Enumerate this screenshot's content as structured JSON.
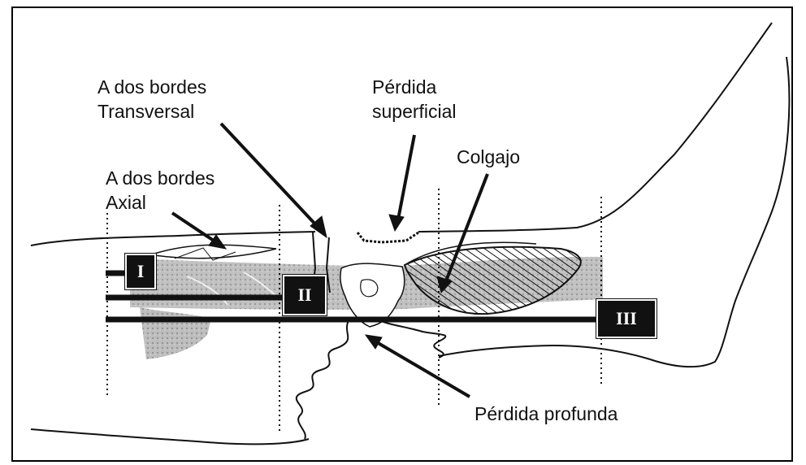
{
  "labels": {
    "two_edges_transverse_line1": "A dos bordes",
    "two_edges_transverse_line2": "Transversal",
    "superficial_loss_line1": "Pérdida",
    "superficial_loss_line2": "superficial",
    "flap": "Colgajo",
    "two_edges_axial_line1": "A dos bordes",
    "two_edges_axial_line2": "Axial",
    "deep_loss": "Pérdida profunda"
  },
  "zones": {
    "zone_1": "I",
    "zone_2": "II",
    "zone_3": "III"
  },
  "colors": {
    "ink": "#111111",
    "bone_gray": "#b8b8b8",
    "background": "#ffffff"
  }
}
